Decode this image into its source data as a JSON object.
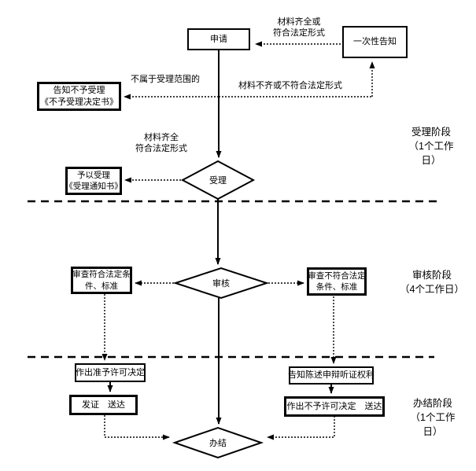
{
  "nodes": {
    "apply": {
      "label": "申请"
    },
    "one_time_notice": {
      "label": "一次性告知"
    },
    "reject_notice": {
      "line1": "告知不予受理",
      "line2": "《不予受理决定书》"
    },
    "accept_notice": {
      "line1": "予以受理",
      "line2": "《受理通知书》"
    },
    "accept_diamond": {
      "label": "受理"
    },
    "review_diamond": {
      "label": "审核"
    },
    "finish_diamond": {
      "label": "办结"
    },
    "review_pass": {
      "line1": "审查符合法定条",
      "line2": "件、标准"
    },
    "review_fail": {
      "line1": "审查不符合法定",
      "line2": "条件、标准"
    },
    "grant_decision": {
      "label": "作出准予许可决定"
    },
    "issue_deliver": {
      "label": "发证　送达"
    },
    "hearing_rights": {
      "label": "告知陈述申辩听证权利"
    },
    "deny_decision": {
      "label": "作出不予许可决定　送达"
    }
  },
  "edge_labels": {
    "materials_complete_or_legal": {
      "line1": "材料齐全或",
      "line2": "符合法定形式"
    },
    "out_of_scope": "不属于受理范围的",
    "materials_incomplete": "材料不齐或不符合法定形式",
    "materials_complete_legal": {
      "line1": "材料齐全",
      "line2": "符合法定形式"
    }
  },
  "phases": {
    "accept": {
      "line1": "受理阶段",
      "line2": "（1个工作",
      "line3": "日）"
    },
    "review": {
      "line1": "审核阶段",
      "line2": "（4个工作日）"
    },
    "finish": {
      "line1": "办结阶段",
      "line2": "（1个工作",
      "line3": "日）"
    }
  },
  "colors": {
    "line": "#000000",
    "background": "#ffffff",
    "text": "#000000"
  }
}
